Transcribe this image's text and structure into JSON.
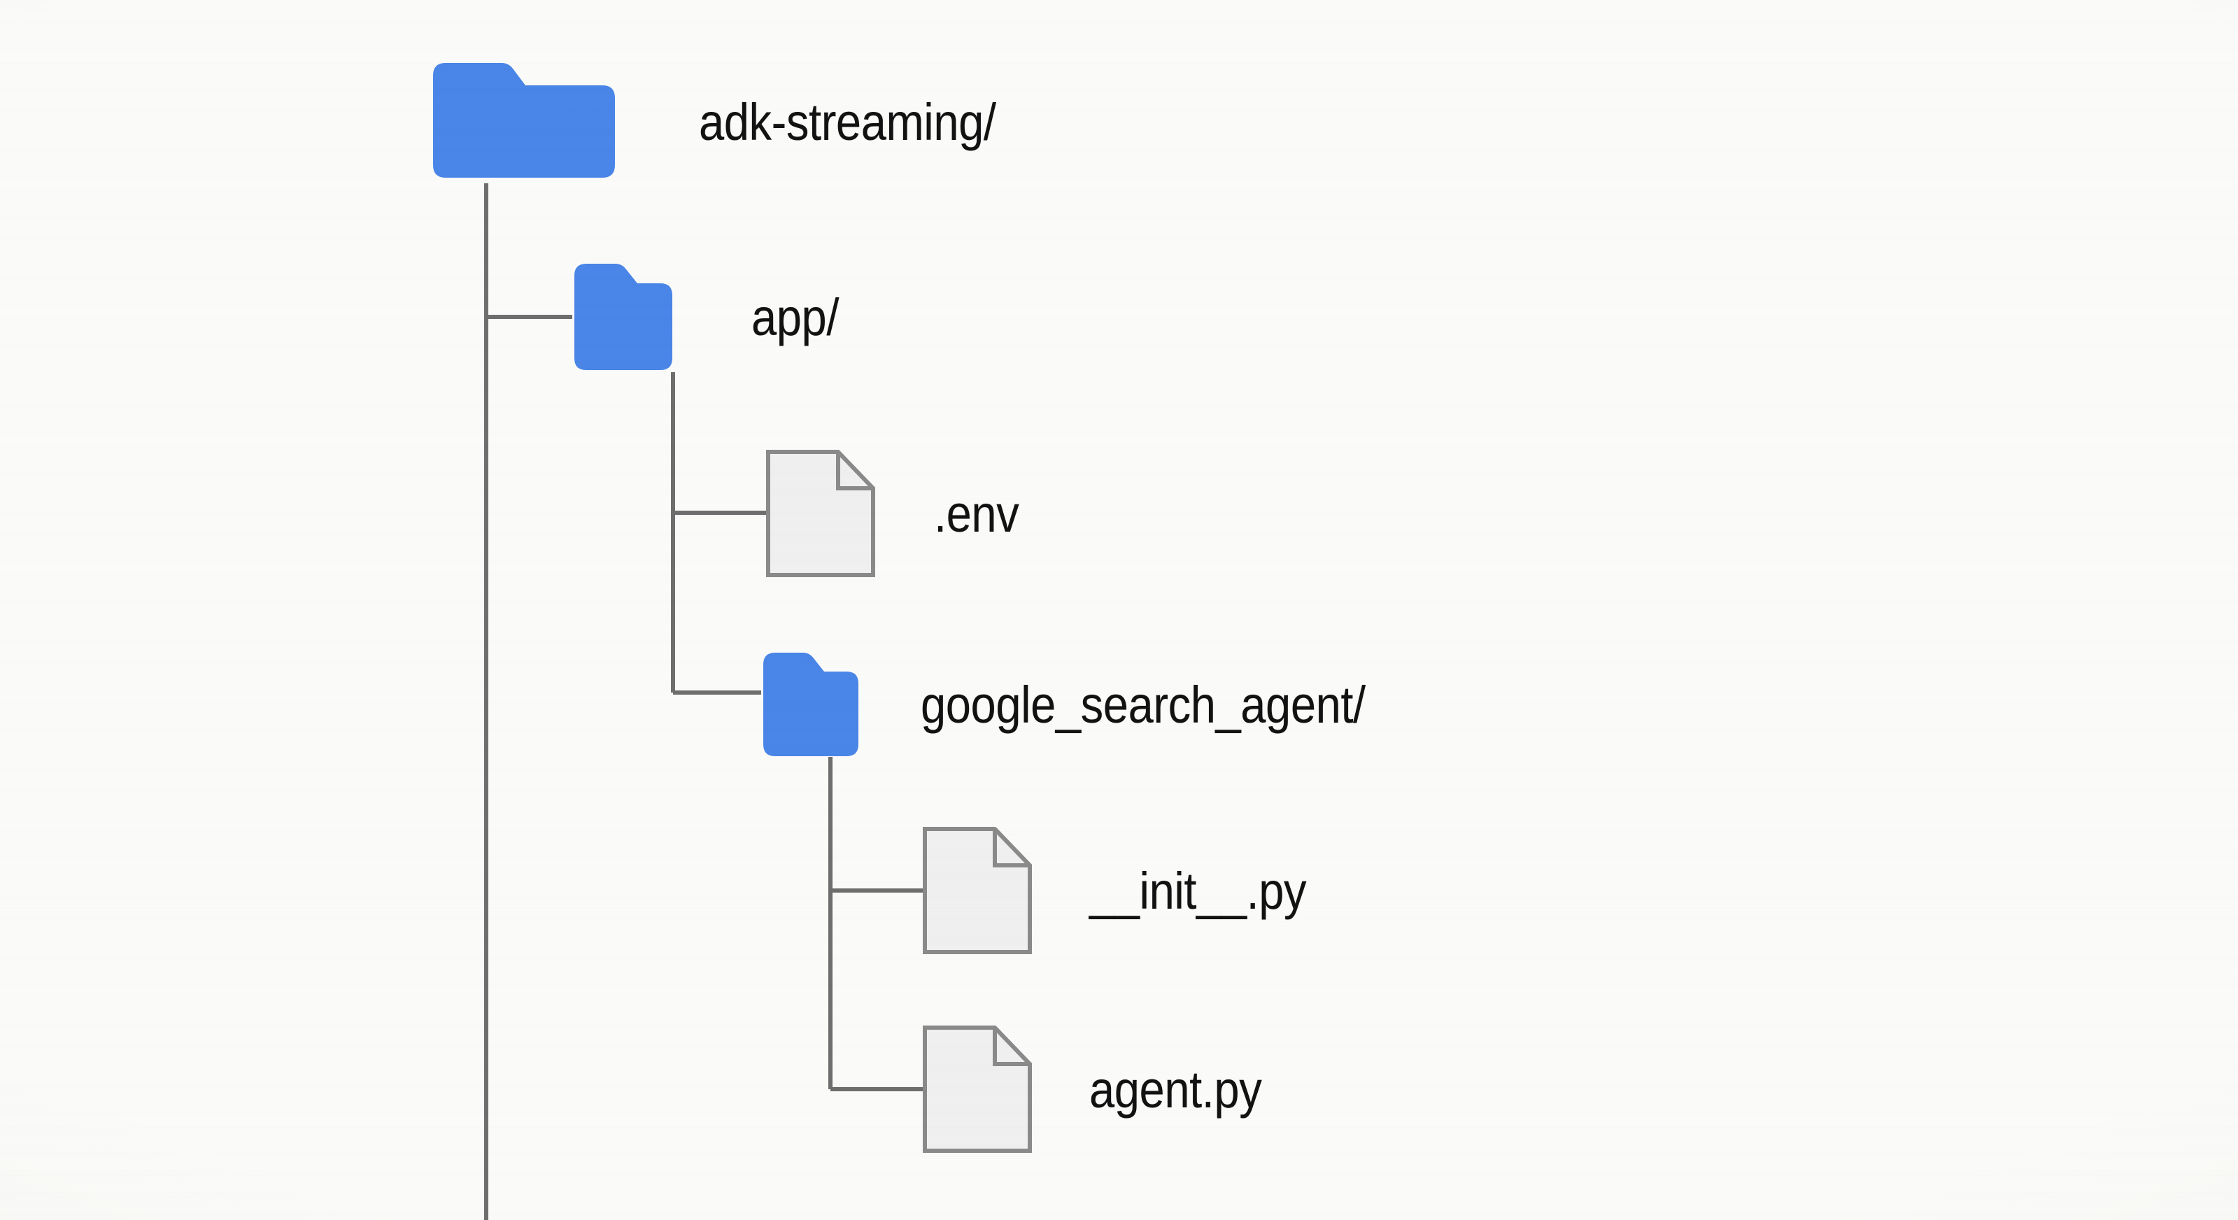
{
  "diagram": {
    "title": "ADK streaming project directory tree",
    "type": "file-tree",
    "background_color": "#fbfbf9",
    "folder_color": "#4a86e8",
    "file_fill_color": "#f0f0f0",
    "file_stroke_color": "#8a8a8a",
    "connector_color": "#6e6e6e",
    "text_color": "#121212"
  },
  "nodes": [
    {
      "id": "root",
      "label": "adk-streaming/",
      "kind": "folder",
      "icon": "folder-icon",
      "depth": 0
    },
    {
      "id": "app",
      "label": "app/",
      "kind": "folder",
      "icon": "folder-icon",
      "depth": 1
    },
    {
      "id": "env",
      "label": ".env",
      "kind": "file",
      "icon": "file-icon",
      "depth": 2
    },
    {
      "id": "google_search_agent",
      "label": "google_search_agent/",
      "kind": "folder",
      "icon": "folder-icon",
      "depth": 2
    },
    {
      "id": "init_py",
      "label": "__init__.py",
      "kind": "file",
      "icon": "file-icon",
      "depth": 3
    },
    {
      "id": "agent_py",
      "label": "agent.py",
      "kind": "file",
      "icon": "file-icon",
      "depth": 3
    }
  ]
}
